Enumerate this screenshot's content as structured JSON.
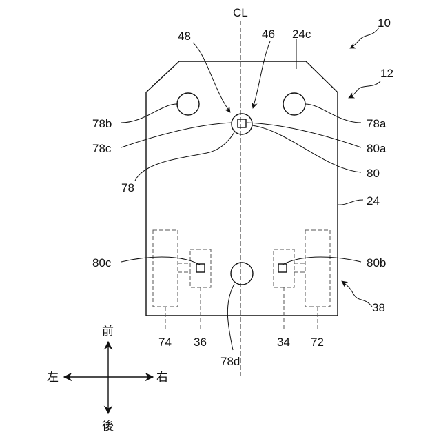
{
  "labels": {
    "cl": "CL",
    "ref_10": "10",
    "ref_12": "12",
    "ref_46": "46",
    "ref_48": "48",
    "ref_24c": "24c",
    "ref_78b": "78b",
    "ref_78a": "78a",
    "ref_78c": "78c",
    "ref_80a": "80a",
    "ref_80": "80",
    "ref_78": "78",
    "ref_24": "24",
    "ref_80c": "80c",
    "ref_80b": "80b",
    "ref_38": "38",
    "ref_74": "74",
    "ref_36": "36",
    "ref_34": "34",
    "ref_72": "72",
    "ref_78d": "78d"
  },
  "directions": {
    "front": "前",
    "rear": "後",
    "left": "左",
    "right": "右"
  }
}
